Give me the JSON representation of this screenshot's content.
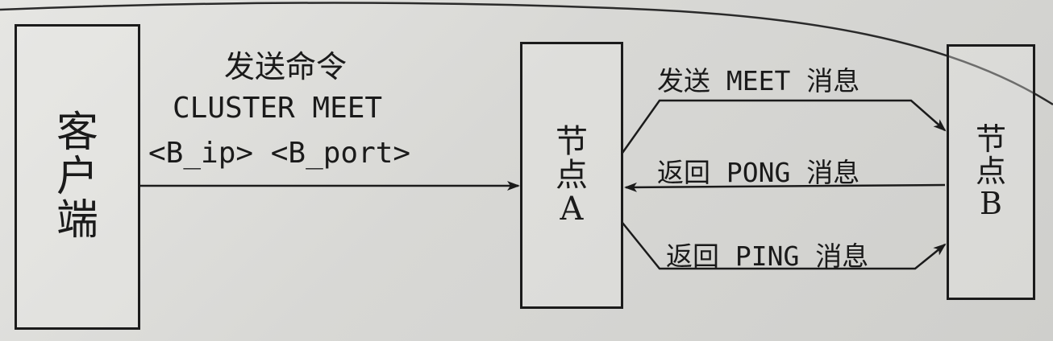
{
  "client": {
    "label_chars": [
      "客",
      "户",
      "端"
    ]
  },
  "node_a": {
    "label_chars": [
      "节",
      "点",
      "A"
    ]
  },
  "node_b": {
    "label_chars": [
      "节",
      "点",
      "B"
    ]
  },
  "command": {
    "title": "发送命令",
    "line1": "CLUSTER MEET",
    "line2": "<B_ip> <B_port>"
  },
  "messages": {
    "meet": "发送 MEET 消息",
    "pong": "返回 PONG 消息",
    "ping": "返回 PING 消息"
  }
}
